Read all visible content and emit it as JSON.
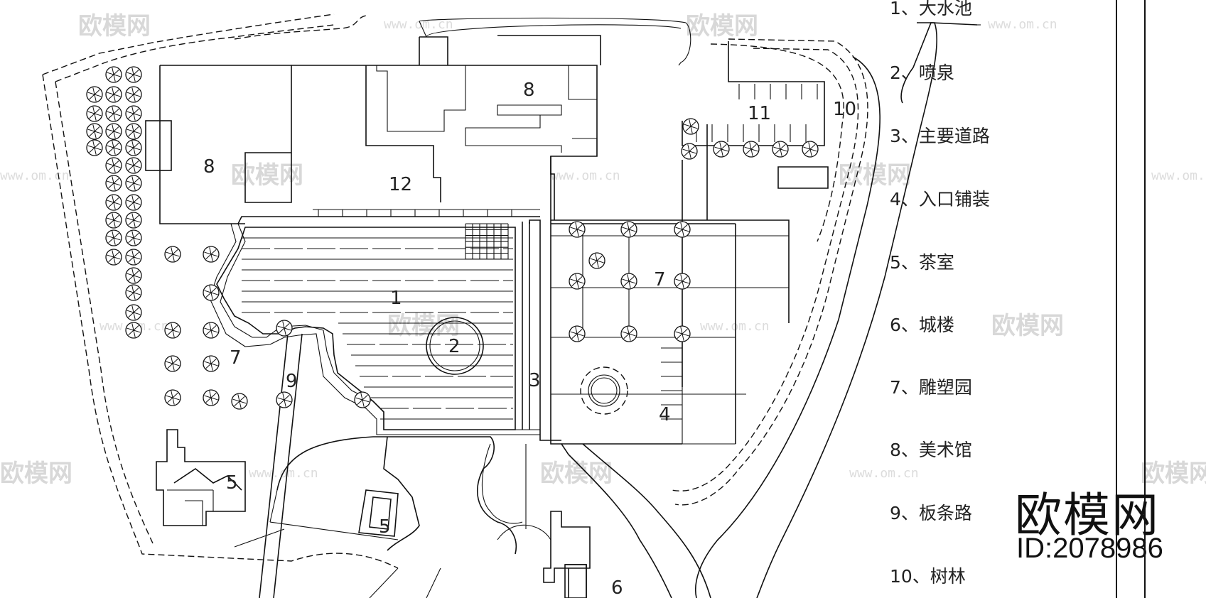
{
  "legend": {
    "items": [
      "1、大水池",
      "2、喷泉",
      "3、主要道路",
      "4、入口铺装",
      "5、茶室",
      "6、城楼",
      "7、雕塑园",
      "8、美术馆",
      "9、板条路",
      "10、树林"
    ]
  },
  "plan_labels": {
    "pool": "1",
    "fountain": "2",
    "main_road": "3",
    "entry_paving": "4",
    "teahouse_west": "5",
    "teahouse_center": "5",
    "gate_tower": "6",
    "sculpture_garden_east": "7",
    "sculpture_garden_west": "7",
    "gallery_north": "8",
    "gallery_west": "8",
    "slat_path": "9",
    "woods": "10",
    "zone_11": "11",
    "zone_12": "12"
  },
  "watermark": {
    "brand_cn": "欧模网",
    "url": "www.om.cn",
    "id": "ID:2078986"
  }
}
